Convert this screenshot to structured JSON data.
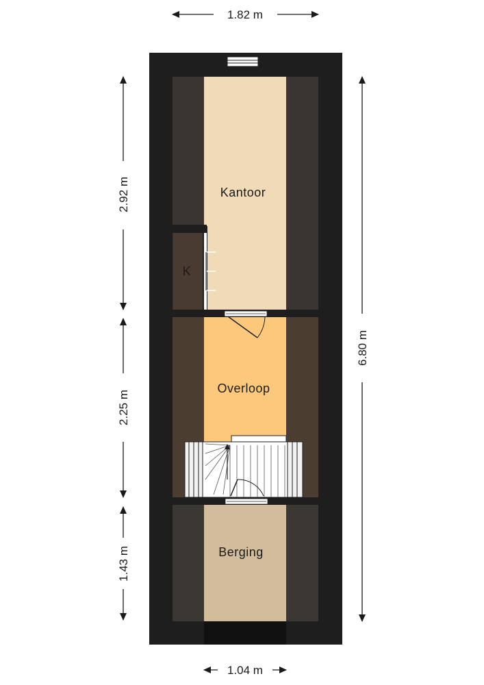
{
  "rooms": {
    "kantoor": {
      "label": "Kantoor",
      "color": "#f1dab8"
    },
    "closet": {
      "label": "K",
      "color": "#4a3b30"
    },
    "overloop": {
      "label": "Overloop",
      "color": "#fcc87c"
    },
    "berging": {
      "label": "Berging",
      "color": "#d3bc9b"
    }
  },
  "dimensions": {
    "top_width": "1.82 m",
    "bottom_width": "1.04 m",
    "total_height": "6.80 m",
    "kantoor_height": "2.92 m",
    "overloop_height": "2.25 m",
    "berging_height": "1.43 m"
  },
  "colors": {
    "wall": "#1e1e1e",
    "eaves_dark": "#3a3530",
    "eaves_mid": "#4b3e30",
    "eaves_berging": "#3b3834"
  }
}
